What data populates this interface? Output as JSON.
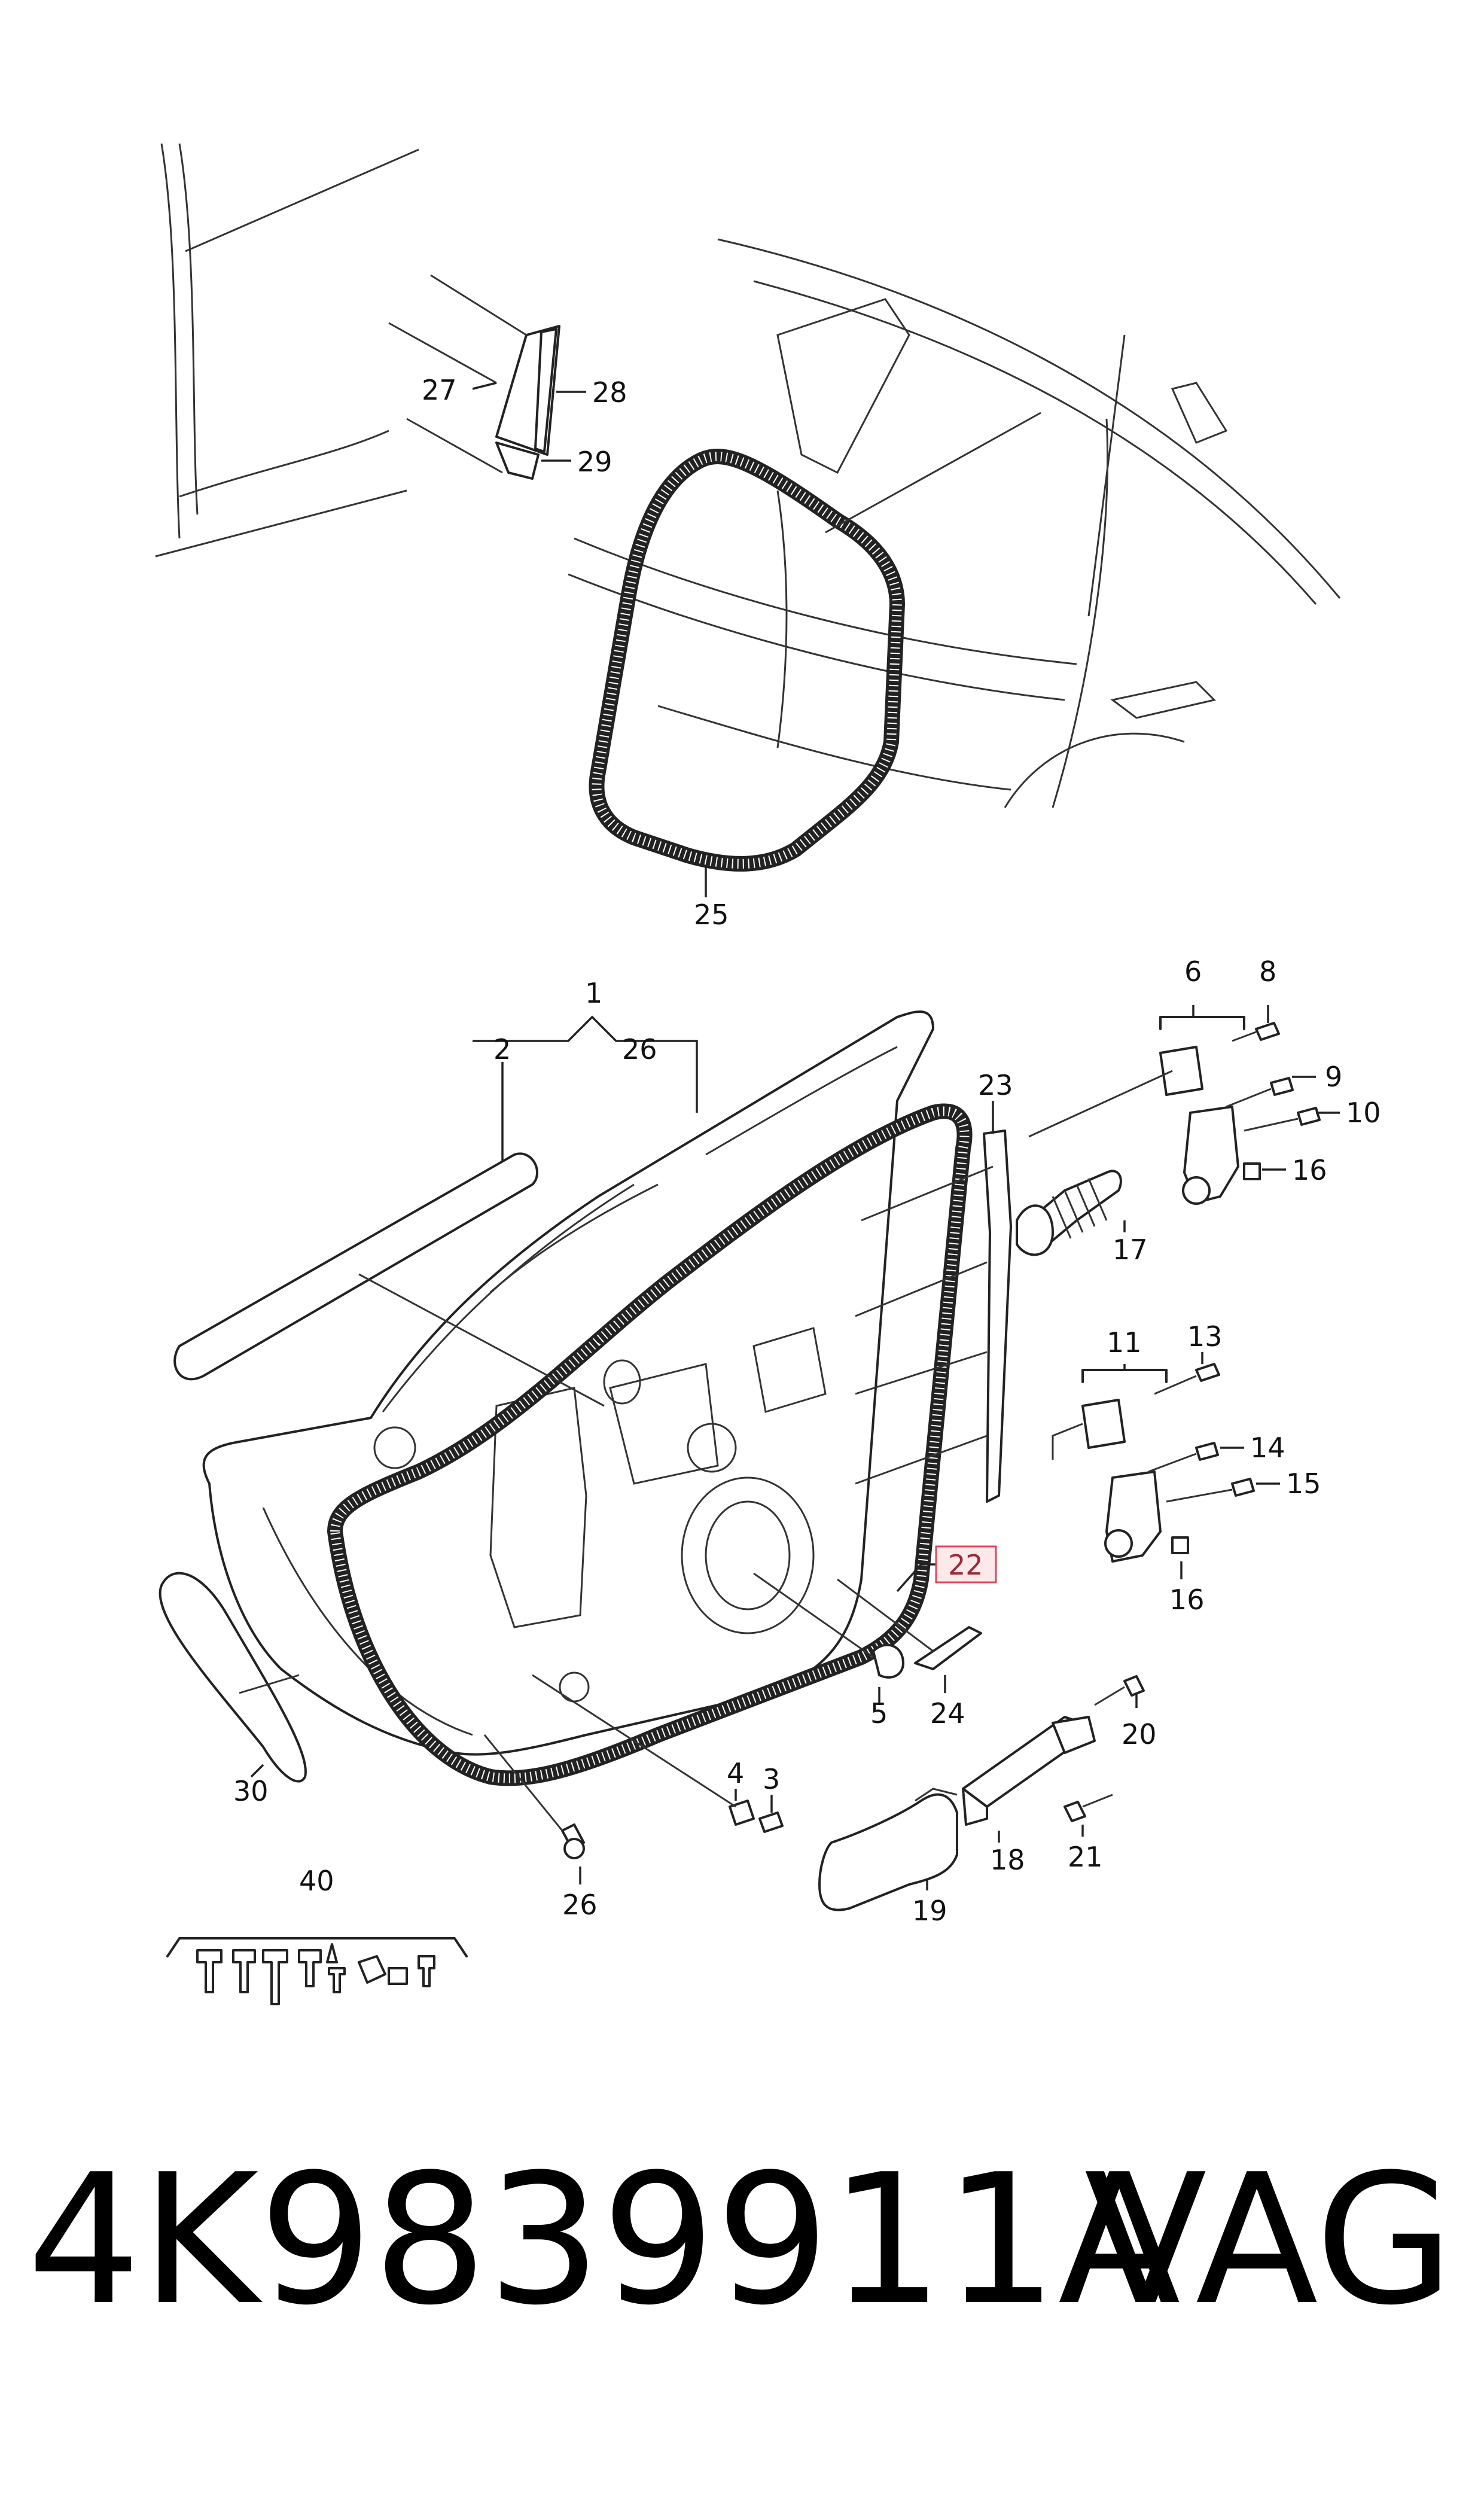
{
  "callouts": {
    "c1": "1",
    "c2": "2",
    "c3": "3",
    "c4": "4",
    "c5": "5",
    "c6": "6",
    "c8": "8",
    "c9": "9",
    "c10": "10",
    "c11": "11",
    "c13": "13",
    "c14": "14",
    "c15": "15",
    "c16a": "16",
    "c16b": "16",
    "c17": "17",
    "c18": "18",
    "c19": "19",
    "c20": "20",
    "c21": "21",
    "c22": "22",
    "c23": "23",
    "c24": "24",
    "c25": "25",
    "c26a": "26",
    "c26b": "26",
    "c27": "27",
    "c28": "28",
    "c29": "29",
    "c30": "30",
    "c40": "40"
  },
  "highlighted_part": "22",
  "caption": {
    "part_number": "4K9839911A",
    "brand": "VAG"
  },
  "colors": {
    "line": "#222222",
    "highlight_fill": "#fde8ea",
    "highlight_border": "#e2465a"
  }
}
